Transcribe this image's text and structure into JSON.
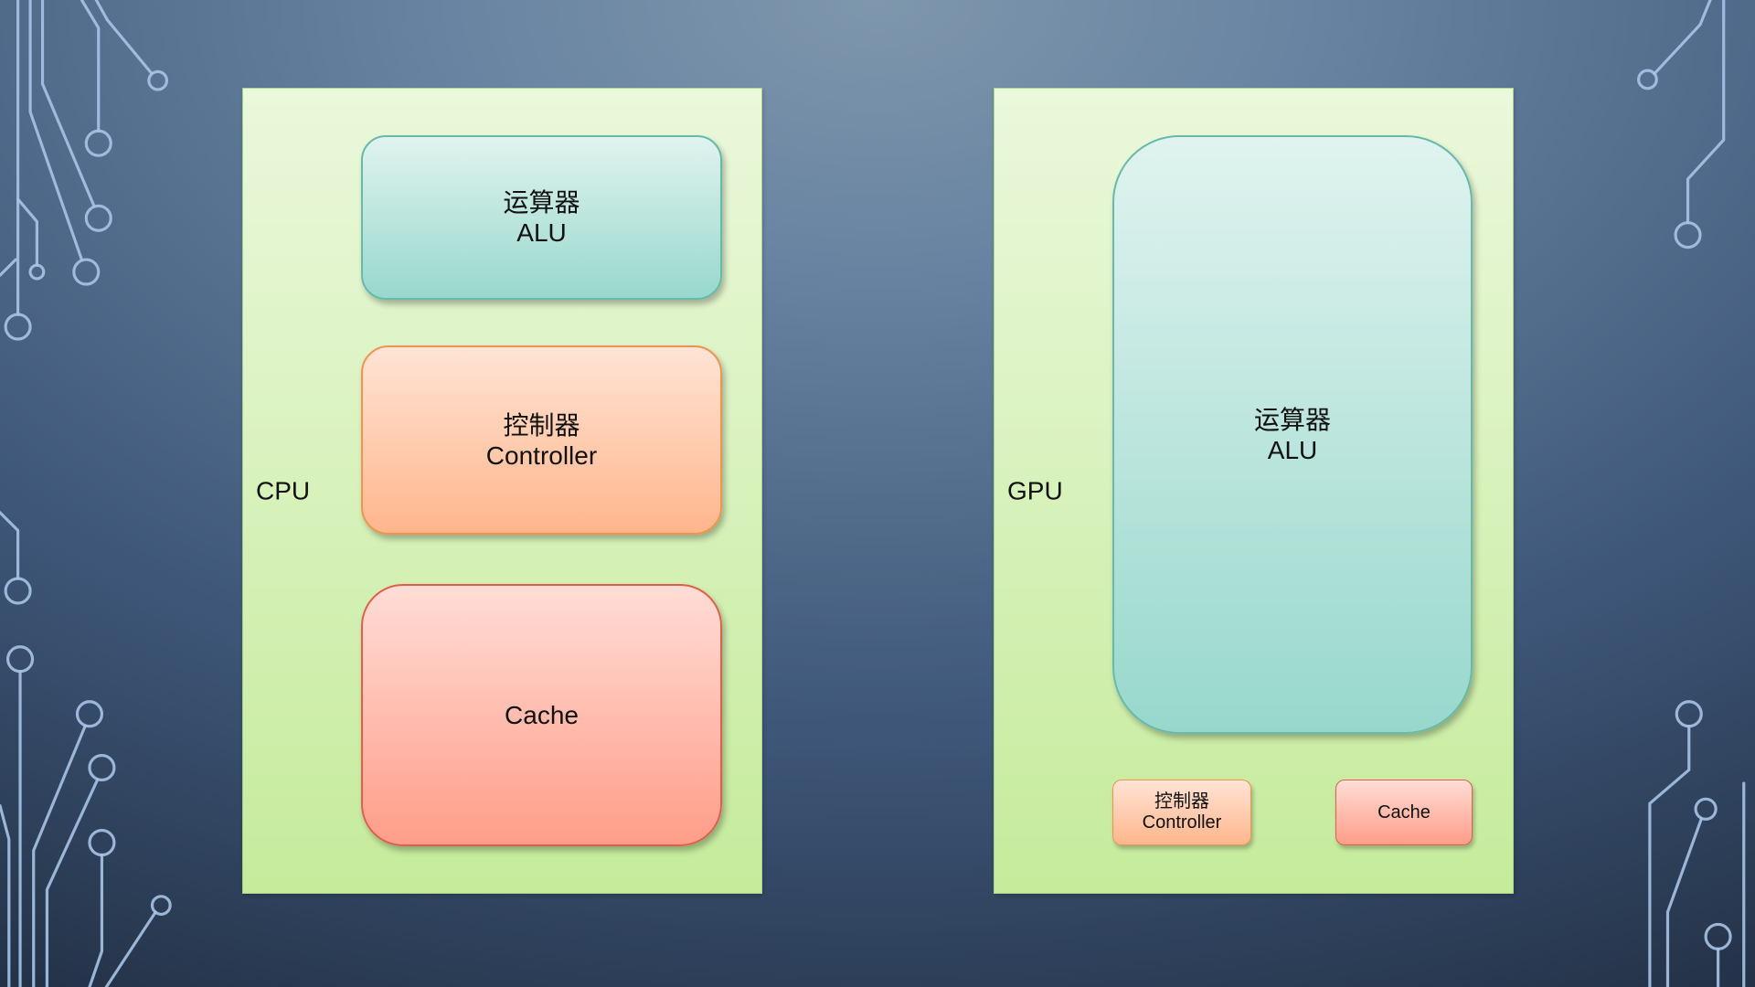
{
  "cpu": {
    "label": "CPU",
    "alu": {
      "name_cn": "运算器",
      "name_en": "ALU"
    },
    "controller": {
      "name_cn": "控制器",
      "name_en": "Controller"
    },
    "cache": {
      "name": "Cache"
    }
  },
  "gpu": {
    "label": "GPU",
    "alu": {
      "name_cn": "运算器",
      "name_en": "ALU"
    },
    "controller": {
      "name_cn": "控制器",
      "name_en": "Controller"
    },
    "cache": {
      "name": "Cache"
    }
  },
  "colors": {
    "background_top": "#7e97ad",
    "background_mid": "#3f587a",
    "background_bottom": "#1c2739",
    "circuit_line": "#a7c3e6",
    "panel_top": "#ebf8dc",
    "panel_bottom": "#c5eb9b",
    "panel_border": "#a8d487",
    "alu_top": "#e0f3ef",
    "alu_bottom": "#98d8cc",
    "alu_border": "#67b9ab",
    "controller_top": "#ffe4d5",
    "controller_bottom": "#ffb68c",
    "controller_border": "#f0944f",
    "cache_top": "#ffddd6",
    "cache_bottom": "#ff9d89",
    "cache_border": "#df5f4b",
    "text": "#111111"
  }
}
